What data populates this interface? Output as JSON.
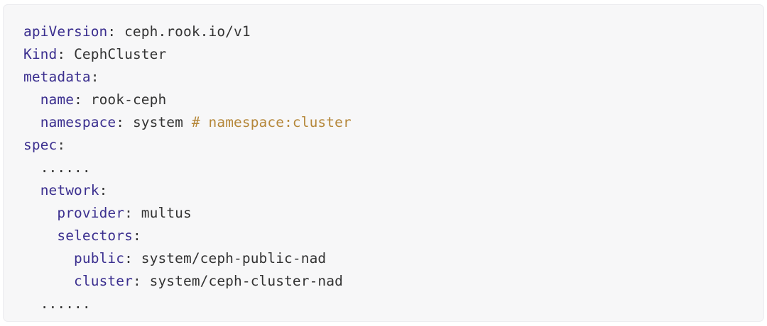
{
  "card": {
    "name": "yaml-code-block",
    "language": "yaml",
    "background": "#f7f7f8",
    "border_color": "#ececef"
  },
  "colors": {
    "key": "#3b2f8f",
    "value": "#333333",
    "comment": "#b5873a",
    "punctuation": "#333333"
  },
  "code": {
    "lines": [
      {
        "indent": 0,
        "key": "apiVersion",
        "punct": ": ",
        "value": "ceph.rook.io/v1",
        "comment": ""
      },
      {
        "indent": 0,
        "key": "Kind",
        "punct": ": ",
        "value": "CephCluster",
        "comment": ""
      },
      {
        "indent": 0,
        "key": "metadata",
        "punct": ":",
        "value": "",
        "comment": ""
      },
      {
        "indent": 2,
        "key": "name",
        "punct": ": ",
        "value": "rook-ceph",
        "comment": ""
      },
      {
        "indent": 2,
        "key": "namespace",
        "punct": ": ",
        "value": "system ",
        "comment": "# namespace:cluster"
      },
      {
        "indent": 0,
        "key": "spec",
        "punct": ":",
        "value": "",
        "comment": ""
      },
      {
        "indent": 2,
        "key": "",
        "punct": "",
        "value": "......",
        "comment": "",
        "ellipsis": true
      },
      {
        "indent": 2,
        "key": "network",
        "punct": ":",
        "value": "",
        "comment": ""
      },
      {
        "indent": 4,
        "key": "provider",
        "punct": ": ",
        "value": "multus",
        "comment": ""
      },
      {
        "indent": 4,
        "key": "selectors",
        "punct": ":",
        "value": "",
        "comment": ""
      },
      {
        "indent": 6,
        "key": "public",
        "punct": ": ",
        "value": "system/ceph-public-nad",
        "comment": ""
      },
      {
        "indent": 6,
        "key": "cluster",
        "punct": ": ",
        "value": "system/ceph-cluster-nad",
        "comment": ""
      },
      {
        "indent": 2,
        "key": "",
        "punct": "",
        "value": "......",
        "comment": "",
        "ellipsis": true
      }
    ]
  }
}
